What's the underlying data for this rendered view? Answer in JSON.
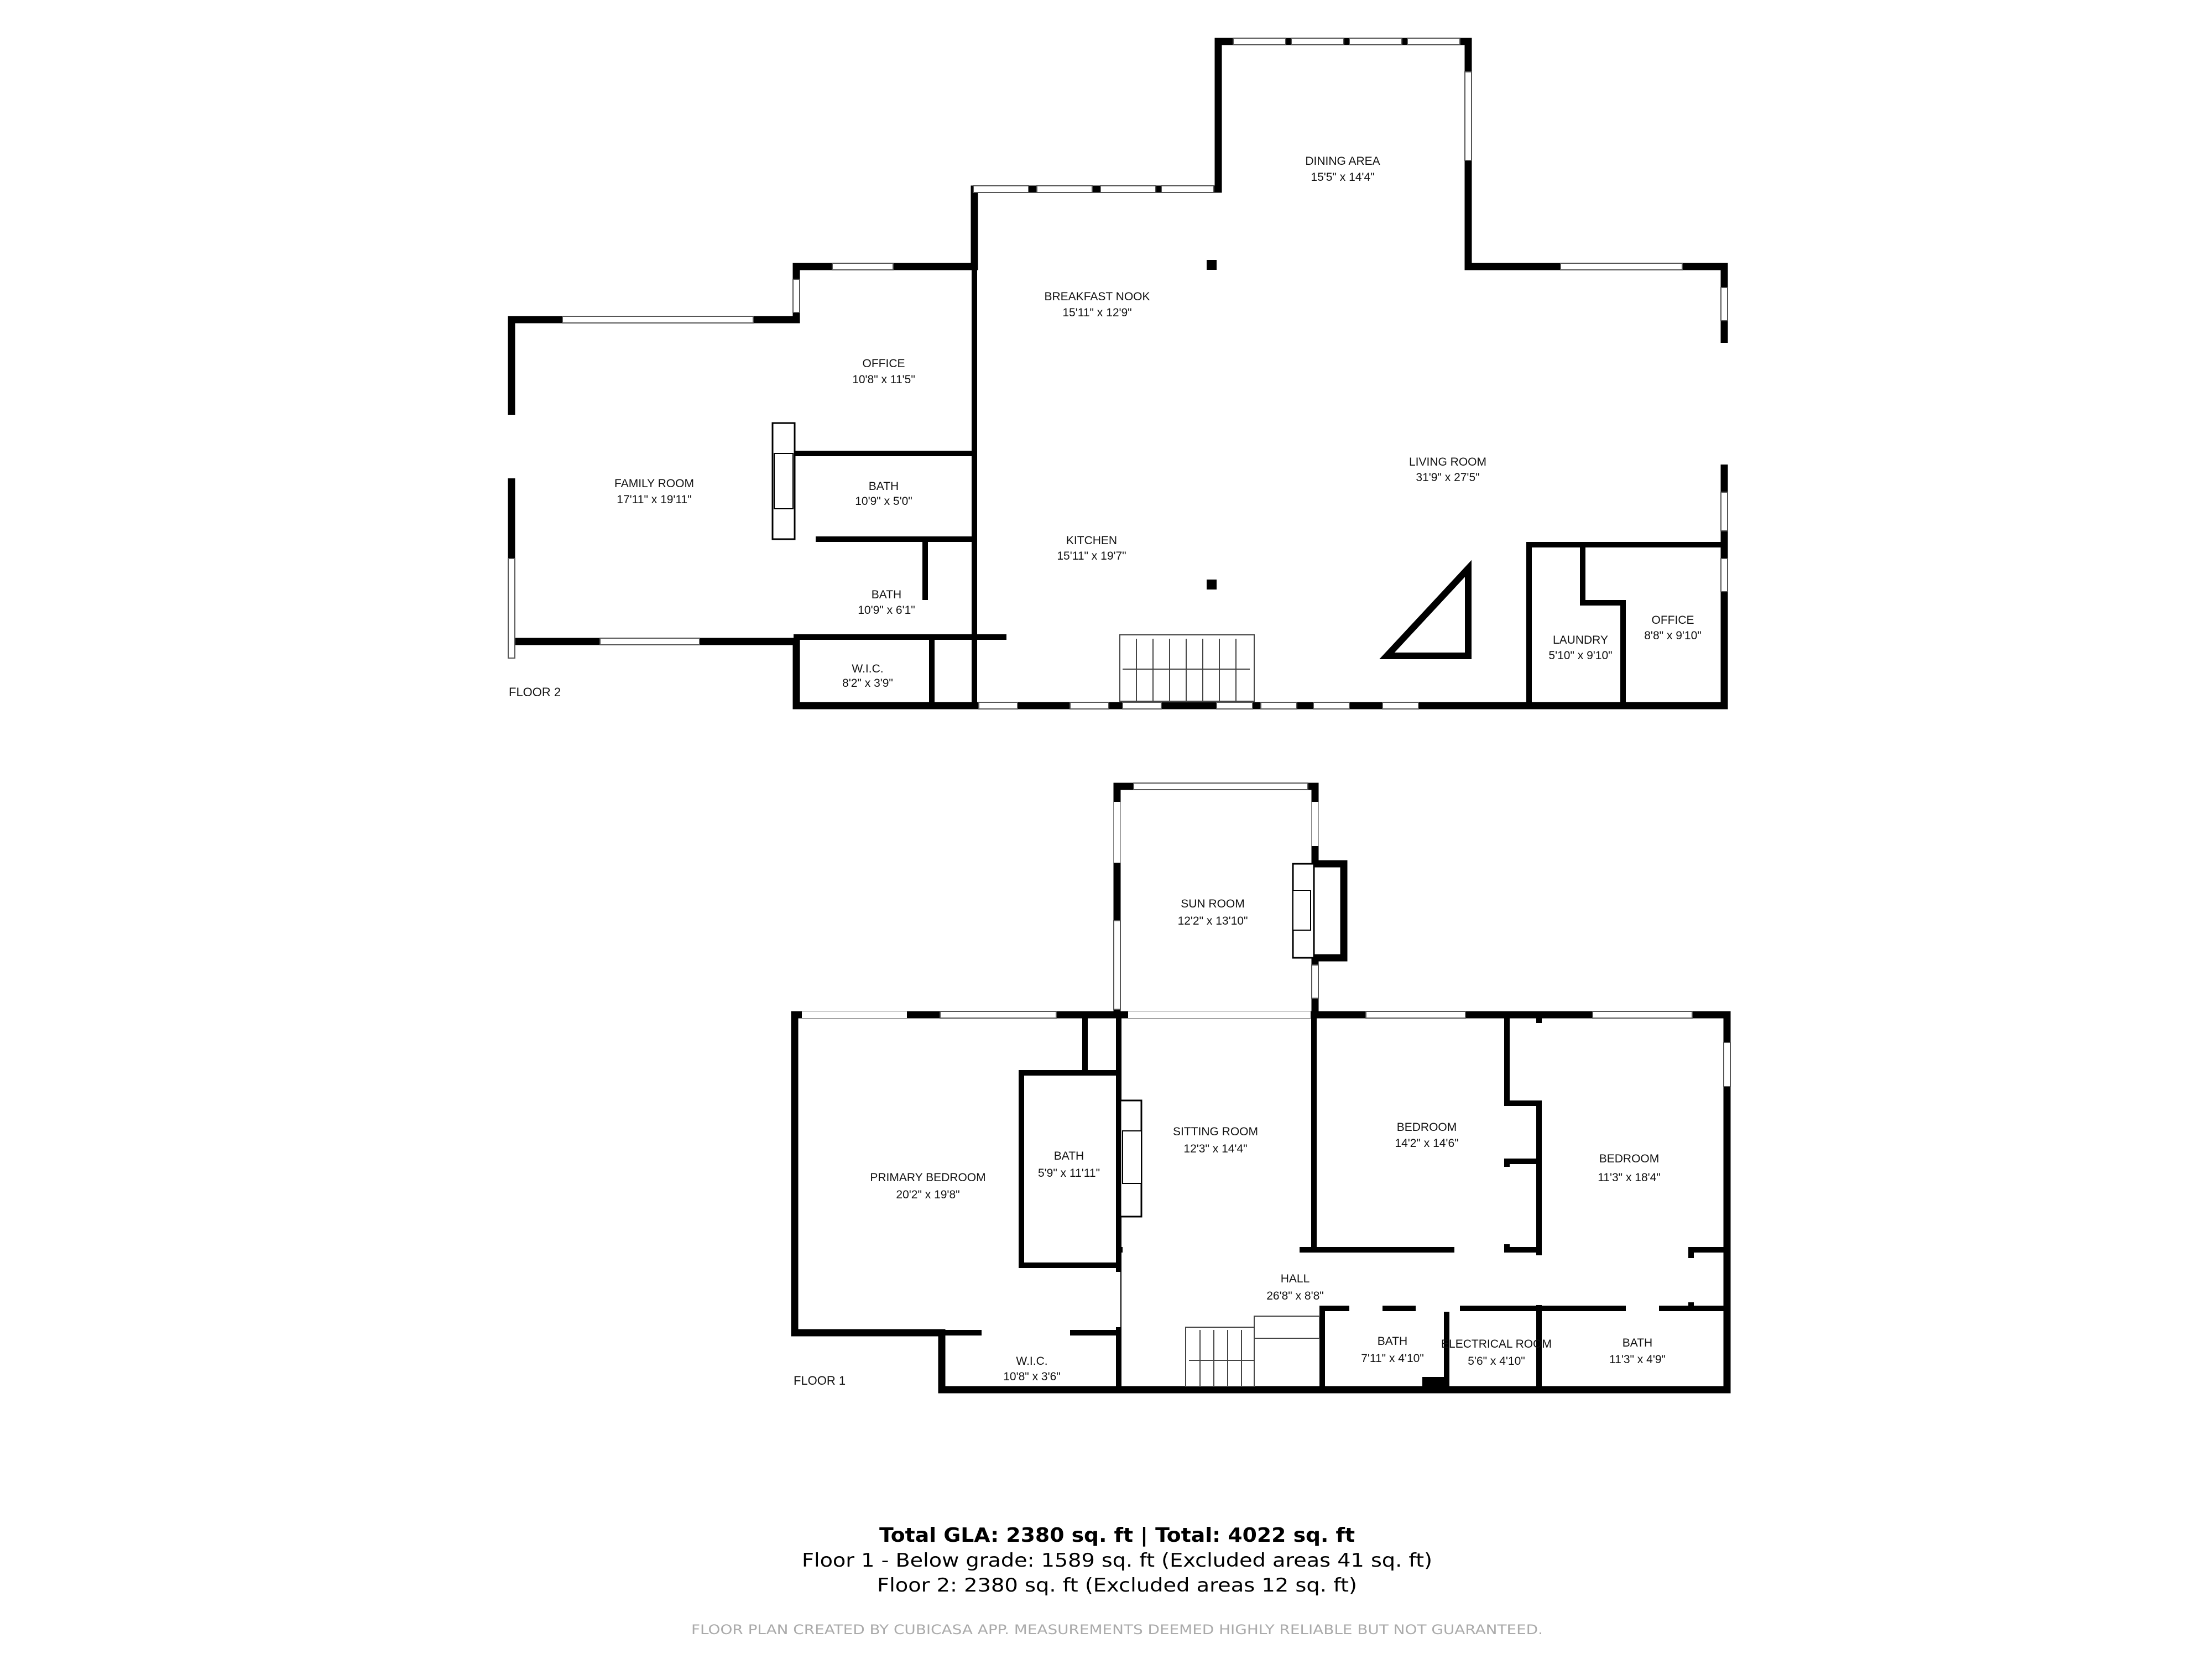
{
  "floor2": {
    "label": "FLOOR 2",
    "rooms": [
      {
        "name": "DINING AREA",
        "size": "15'5\" x 14'4\""
      },
      {
        "name": "BREAKFAST NOOK",
        "size": "15'11\" x 12'9\""
      },
      {
        "name": "OFFICE",
        "size": "10'8\" x 11'5\""
      },
      {
        "name": "FAMILY ROOM",
        "size": "17'11\" x 19'11\""
      },
      {
        "name": "BATH",
        "size": "10'9\" x 5'0\""
      },
      {
        "name": "BATH",
        "size": "10'9\" x 6'1\""
      },
      {
        "name": "KITCHEN",
        "size": "15'11\" x 19'7\""
      },
      {
        "name": "LIVING ROOM",
        "size": "31'9\" x 27'5\""
      },
      {
        "name": "LAUNDRY",
        "size": "5'10\" x 9'10\""
      },
      {
        "name": "OFFICE",
        "size": "8'8\" x 9'10\""
      },
      {
        "name": "W.I.C.",
        "size": "8'2\" x 3'9\""
      }
    ]
  },
  "floor1": {
    "label": "FLOOR 1",
    "rooms": [
      {
        "name": "SUN ROOM",
        "size": "12'2\" x 13'10\""
      },
      {
        "name": "SITTING ROOM",
        "size": "12'3\" x 14'4\""
      },
      {
        "name": "BATH",
        "size": "5'9\" x 11'11\""
      },
      {
        "name": "PRIMARY BEDROOM",
        "size": "20'2\" x 19'8\""
      },
      {
        "name": "BEDROOM",
        "size": "14'2\" x 14'6\""
      },
      {
        "name": "BEDROOM",
        "size": "11'3\" x 18'4\""
      },
      {
        "name": "HALL",
        "size": "26'8\" x 8'8\""
      },
      {
        "name": "BATH",
        "size": "7'11\" x 4'10\""
      },
      {
        "name": "ELECTRICAL ROOM",
        "size": "5'6\" x 4'10\""
      },
      {
        "name": "BATH",
        "size": "11'3\" x 4'9\""
      },
      {
        "name": "W.I.C.",
        "size": "10'8\" x 3'6\""
      }
    ]
  },
  "summary": {
    "total": "Total GLA: 2380 sq. ft | Total: 4022 sq. ft",
    "floor1": "Floor 1 - Below grade: 1589 sq. ft (Excluded areas 41 sq. ft)",
    "floor2": "Floor 2: 2380 sq. ft (Excluded areas 12 sq. ft)"
  },
  "disclaimer": "FLOOR PLAN CREATED BY CUBICASA APP. MEASUREMENTS DEEMED HIGHLY RELIABLE BUT NOT GUARANTEED."
}
